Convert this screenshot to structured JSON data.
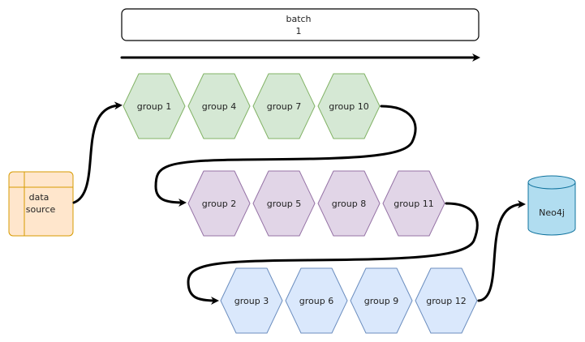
{
  "batch": {
    "title": "batch",
    "subtitle": "1"
  },
  "data_source": {
    "line1": "data",
    "line2": "source"
  },
  "database": {
    "label": "Neo4j"
  },
  "rows": [
    {
      "color": "green",
      "groups": [
        "group 1",
        "group 4",
        "group 7",
        "group 10"
      ]
    },
    {
      "color": "purple",
      "groups": [
        "group 2",
        "group 5",
        "group 8",
        "group 11"
      ]
    },
    {
      "color": "blue",
      "groups": [
        "group 3",
        "group 6",
        "group 9",
        "group 12"
      ]
    }
  ],
  "colors": {
    "green_fill": "#d5e8d4",
    "green_stroke": "#82b366",
    "purple_fill": "#e1d5e7",
    "purple_stroke": "#9673a6",
    "blue_fill": "#dae8fc",
    "blue_stroke": "#6c8ebf",
    "source_fill": "#ffe6cc",
    "source_stroke": "#d79b00",
    "db_fill": "#b1ddf0",
    "db_stroke": "#10739e"
  }
}
